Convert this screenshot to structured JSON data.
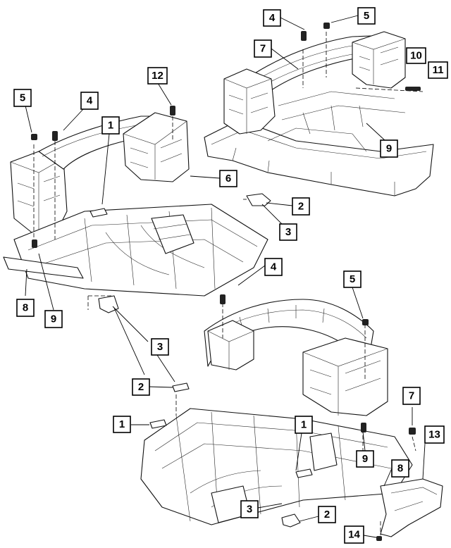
{
  "colors": {
    "line": "#111111",
    "background": "#ffffff"
  },
  "callouts": [
    "4",
    "5",
    "7",
    "10",
    "11",
    "12",
    "5",
    "4",
    "1",
    "6",
    "9",
    "2",
    "3",
    "8",
    "9",
    "4",
    "5",
    "3",
    "2",
    "7",
    "1",
    "1",
    "13",
    "8",
    "9",
    "3",
    "2",
    "14"
  ]
}
